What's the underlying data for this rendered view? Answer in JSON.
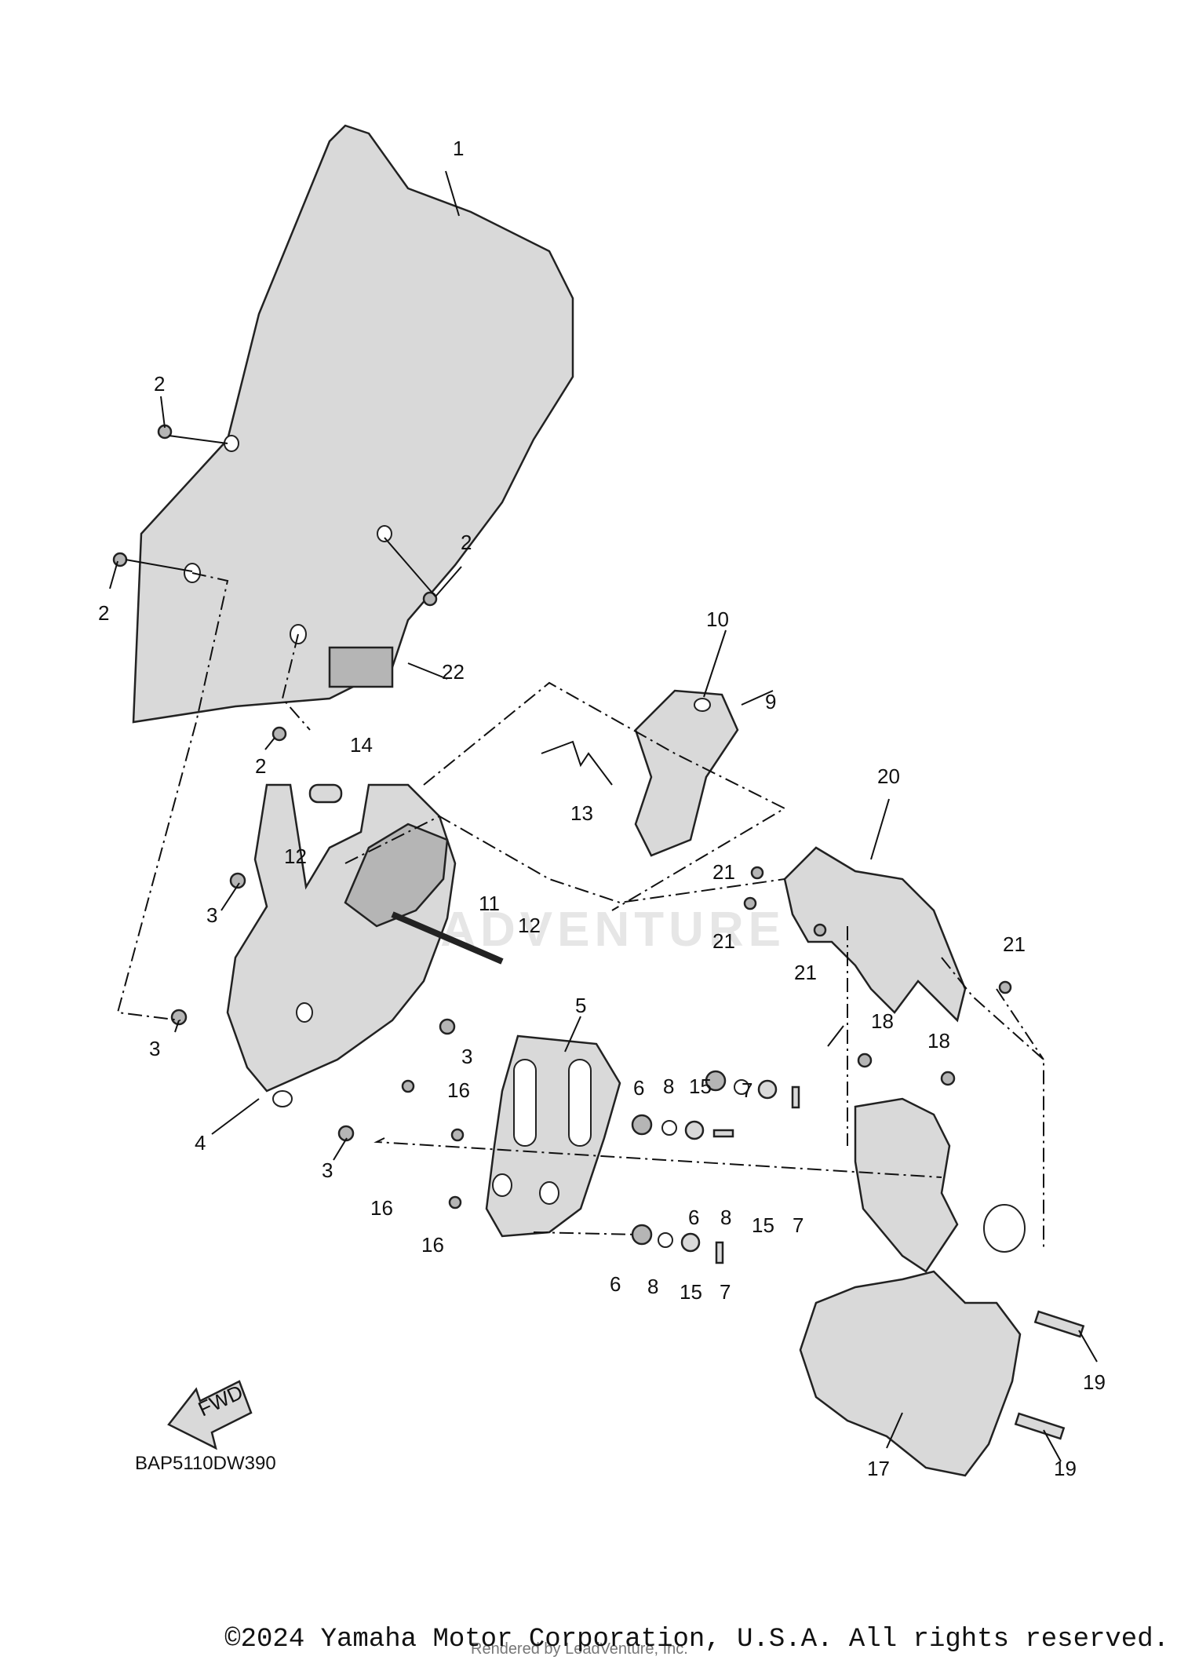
{
  "diagram_code": "BAP5110DW390",
  "fwd_label": "FWD",
  "watermark": "LEADVENTURE",
  "copyright": "©2024 Yamaha Motor Corporation, U.S.A. All rights reserved.",
  "rendered_by": "Rendered by LeadVenture, Inc.",
  "callouts": [
    "1",
    "2",
    "2",
    "2",
    "2",
    "3",
    "3",
    "3",
    "3",
    "4",
    "5",
    "6",
    "6",
    "6",
    "7",
    "7",
    "7",
    "8",
    "8",
    "8",
    "9",
    "10",
    "11",
    "12",
    "12",
    "13",
    "14",
    "15",
    "15",
    "15",
    "16",
    "16",
    "16",
    "17",
    "18",
    "18",
    "19",
    "19",
    "20",
    "21",
    "21",
    "21",
    "21",
    "22"
  ]
}
